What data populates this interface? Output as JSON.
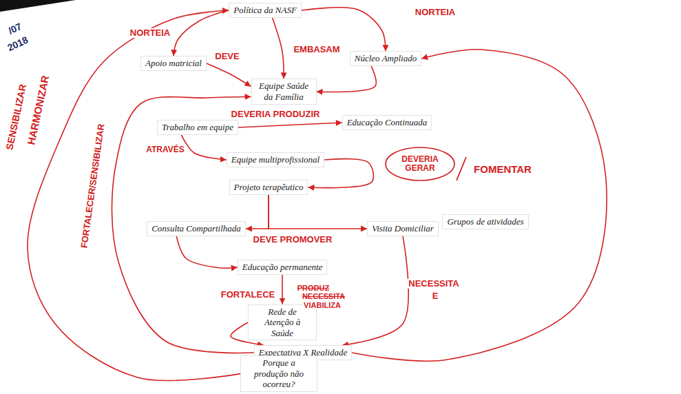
{
  "diagram": {
    "nodes": [
      {
        "text": [
          "Política da NASF"
        ]
      },
      {
        "text": [
          "Apoio matricial"
        ]
      },
      {
        "text": [
          "Núcleo Ampliado"
        ]
      },
      {
        "text": [
          "Equipe Saúde da Família"
        ]
      },
      {
        "text": [
          "Trabalho em equipe"
        ]
      },
      {
        "text": [
          "Educação Continuada"
        ]
      },
      {
        "text": [
          "Equipe multiprofissional"
        ]
      },
      {
        "text": [
          "Projeto terapêutico"
        ]
      },
      {
        "text": [
          "Consulta Compartilhada"
        ]
      },
      {
        "text": [
          "Visita Domiciliar"
        ]
      },
      {
        "text": [
          "Grupos de atividades"
        ]
      },
      {
        "text": [
          "Educação permanente"
        ]
      },
      {
        "text": [
          "Rede de Atenção à Saúde"
        ]
      },
      {
        "text": [
          "Expectativa X Realidade"
        ]
      },
      {
        "text": [
          "Porque a produção não ocorreu?"
        ]
      }
    ],
    "edges": [
      {
        "from": 0,
        "to": 1,
        "label": "NORTEIA",
        "arrow": "to"
      },
      {
        "from": 0,
        "to": 2,
        "label": "NORTEIA",
        "arrow": "to"
      },
      {
        "from": 0,
        "to": 3,
        "label": "EMBASAM",
        "arrow": "to"
      },
      {
        "from": 1,
        "to": 3,
        "label": "DEVE",
        "arrow": "to"
      },
      {
        "from": 2,
        "to": 3,
        "arrow": "to"
      },
      {
        "from": 4,
        "to": 5,
        "label": "DEVERIA PRODUZIR",
        "arrow": "to"
      },
      {
        "from": 4,
        "to": 6,
        "label": "ATRAVÉS",
        "arrow": "to"
      },
      {
        "from": 6,
        "to": 7,
        "label": "DEVERIA GERAR",
        "arrow": "to"
      },
      {
        "from": 7,
        "to": 8,
        "label": "DEVE PROMOVER",
        "arrow": "to"
      },
      {
        "from": 7,
        "to": 9,
        "arrow": "to"
      },
      {
        "from": 8,
        "to": 11,
        "arrow": "to"
      },
      {
        "from": 11,
        "to": 12,
        "label": "FORTALECE",
        "arrow": "to"
      },
      {
        "from": 12,
        "to": 13,
        "arrow": "to"
      },
      {
        "from": 9,
        "to": 13,
        "label": "NECESSITA",
        "arrow": "to"
      },
      {
        "from": 13,
        "to": 2,
        "arrow": "to"
      },
      {
        "from": 14,
        "to": 0,
        "arrow": "to"
      },
      {
        "from": 13,
        "to": 3,
        "arrow": "to"
      }
    ],
    "labels": [
      "FOMENTAR",
      "PRODUZ",
      "NECESSITA",
      "VIABILIZA",
      "E",
      "SENSIBILIZAR",
      "HARMONIZAR",
      "FORTALECER/SENSIBILIZAR",
      "/07",
      "2018"
    ]
  }
}
